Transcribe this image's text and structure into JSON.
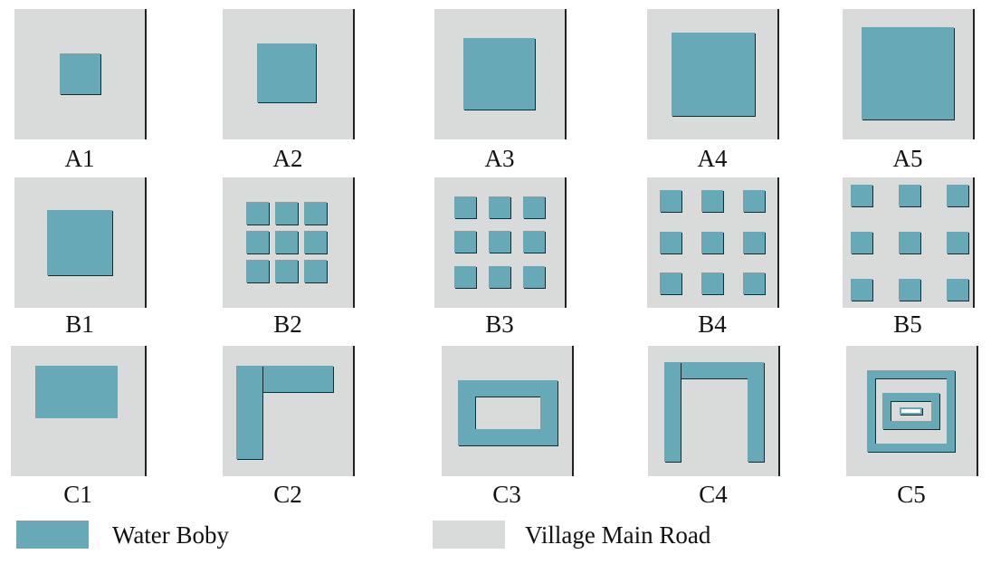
{
  "colors": {
    "water": "#67a9b7",
    "road": "#d9dada"
  },
  "panels": [
    {
      "id": "A1",
      "label": "A1"
    },
    {
      "id": "A2",
      "label": "A2"
    },
    {
      "id": "A3",
      "label": "A3"
    },
    {
      "id": "A4",
      "label": "A4"
    },
    {
      "id": "A5",
      "label": "A5"
    },
    {
      "id": "B1",
      "label": "B1"
    },
    {
      "id": "B2",
      "label": "B2"
    },
    {
      "id": "B3",
      "label": "B3"
    },
    {
      "id": "B4",
      "label": "B4"
    },
    {
      "id": "B5",
      "label": "B5"
    },
    {
      "id": "C1",
      "label": "C1"
    },
    {
      "id": "C2",
      "label": "C2"
    },
    {
      "id": "C3",
      "label": "C3"
    },
    {
      "id": "C4",
      "label": "C4"
    },
    {
      "id": "C5",
      "label": "C5"
    }
  ],
  "legend": {
    "water": {
      "label": "Water Boby"
    },
    "road": {
      "label": "Village Main Road"
    }
  }
}
